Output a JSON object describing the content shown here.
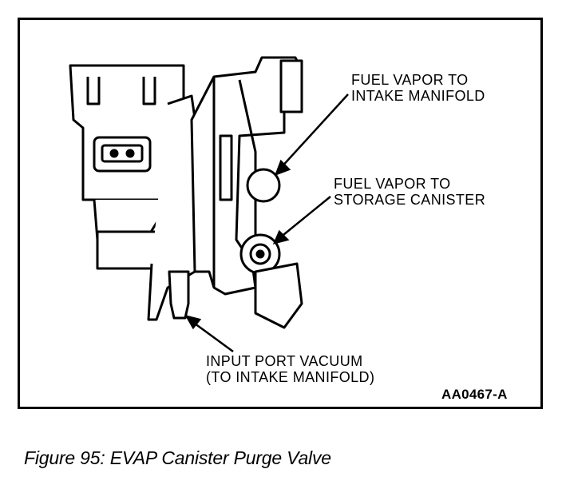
{
  "labels": {
    "intake_line1": "FUEL VAPOR TO",
    "intake_line2": "INTAKE MANIFOLD",
    "canister_line1": "FUEL VAPOR TO",
    "canister_line2": "STORAGE CANISTER",
    "vacuum_line1": "INPUT PORT VACUUM",
    "vacuum_line2": "(TO INTAKE MANIFOLD)"
  },
  "figure_id": "AA0467-A",
  "caption": "Figure 95: EVAP Canister Purge Valve"
}
